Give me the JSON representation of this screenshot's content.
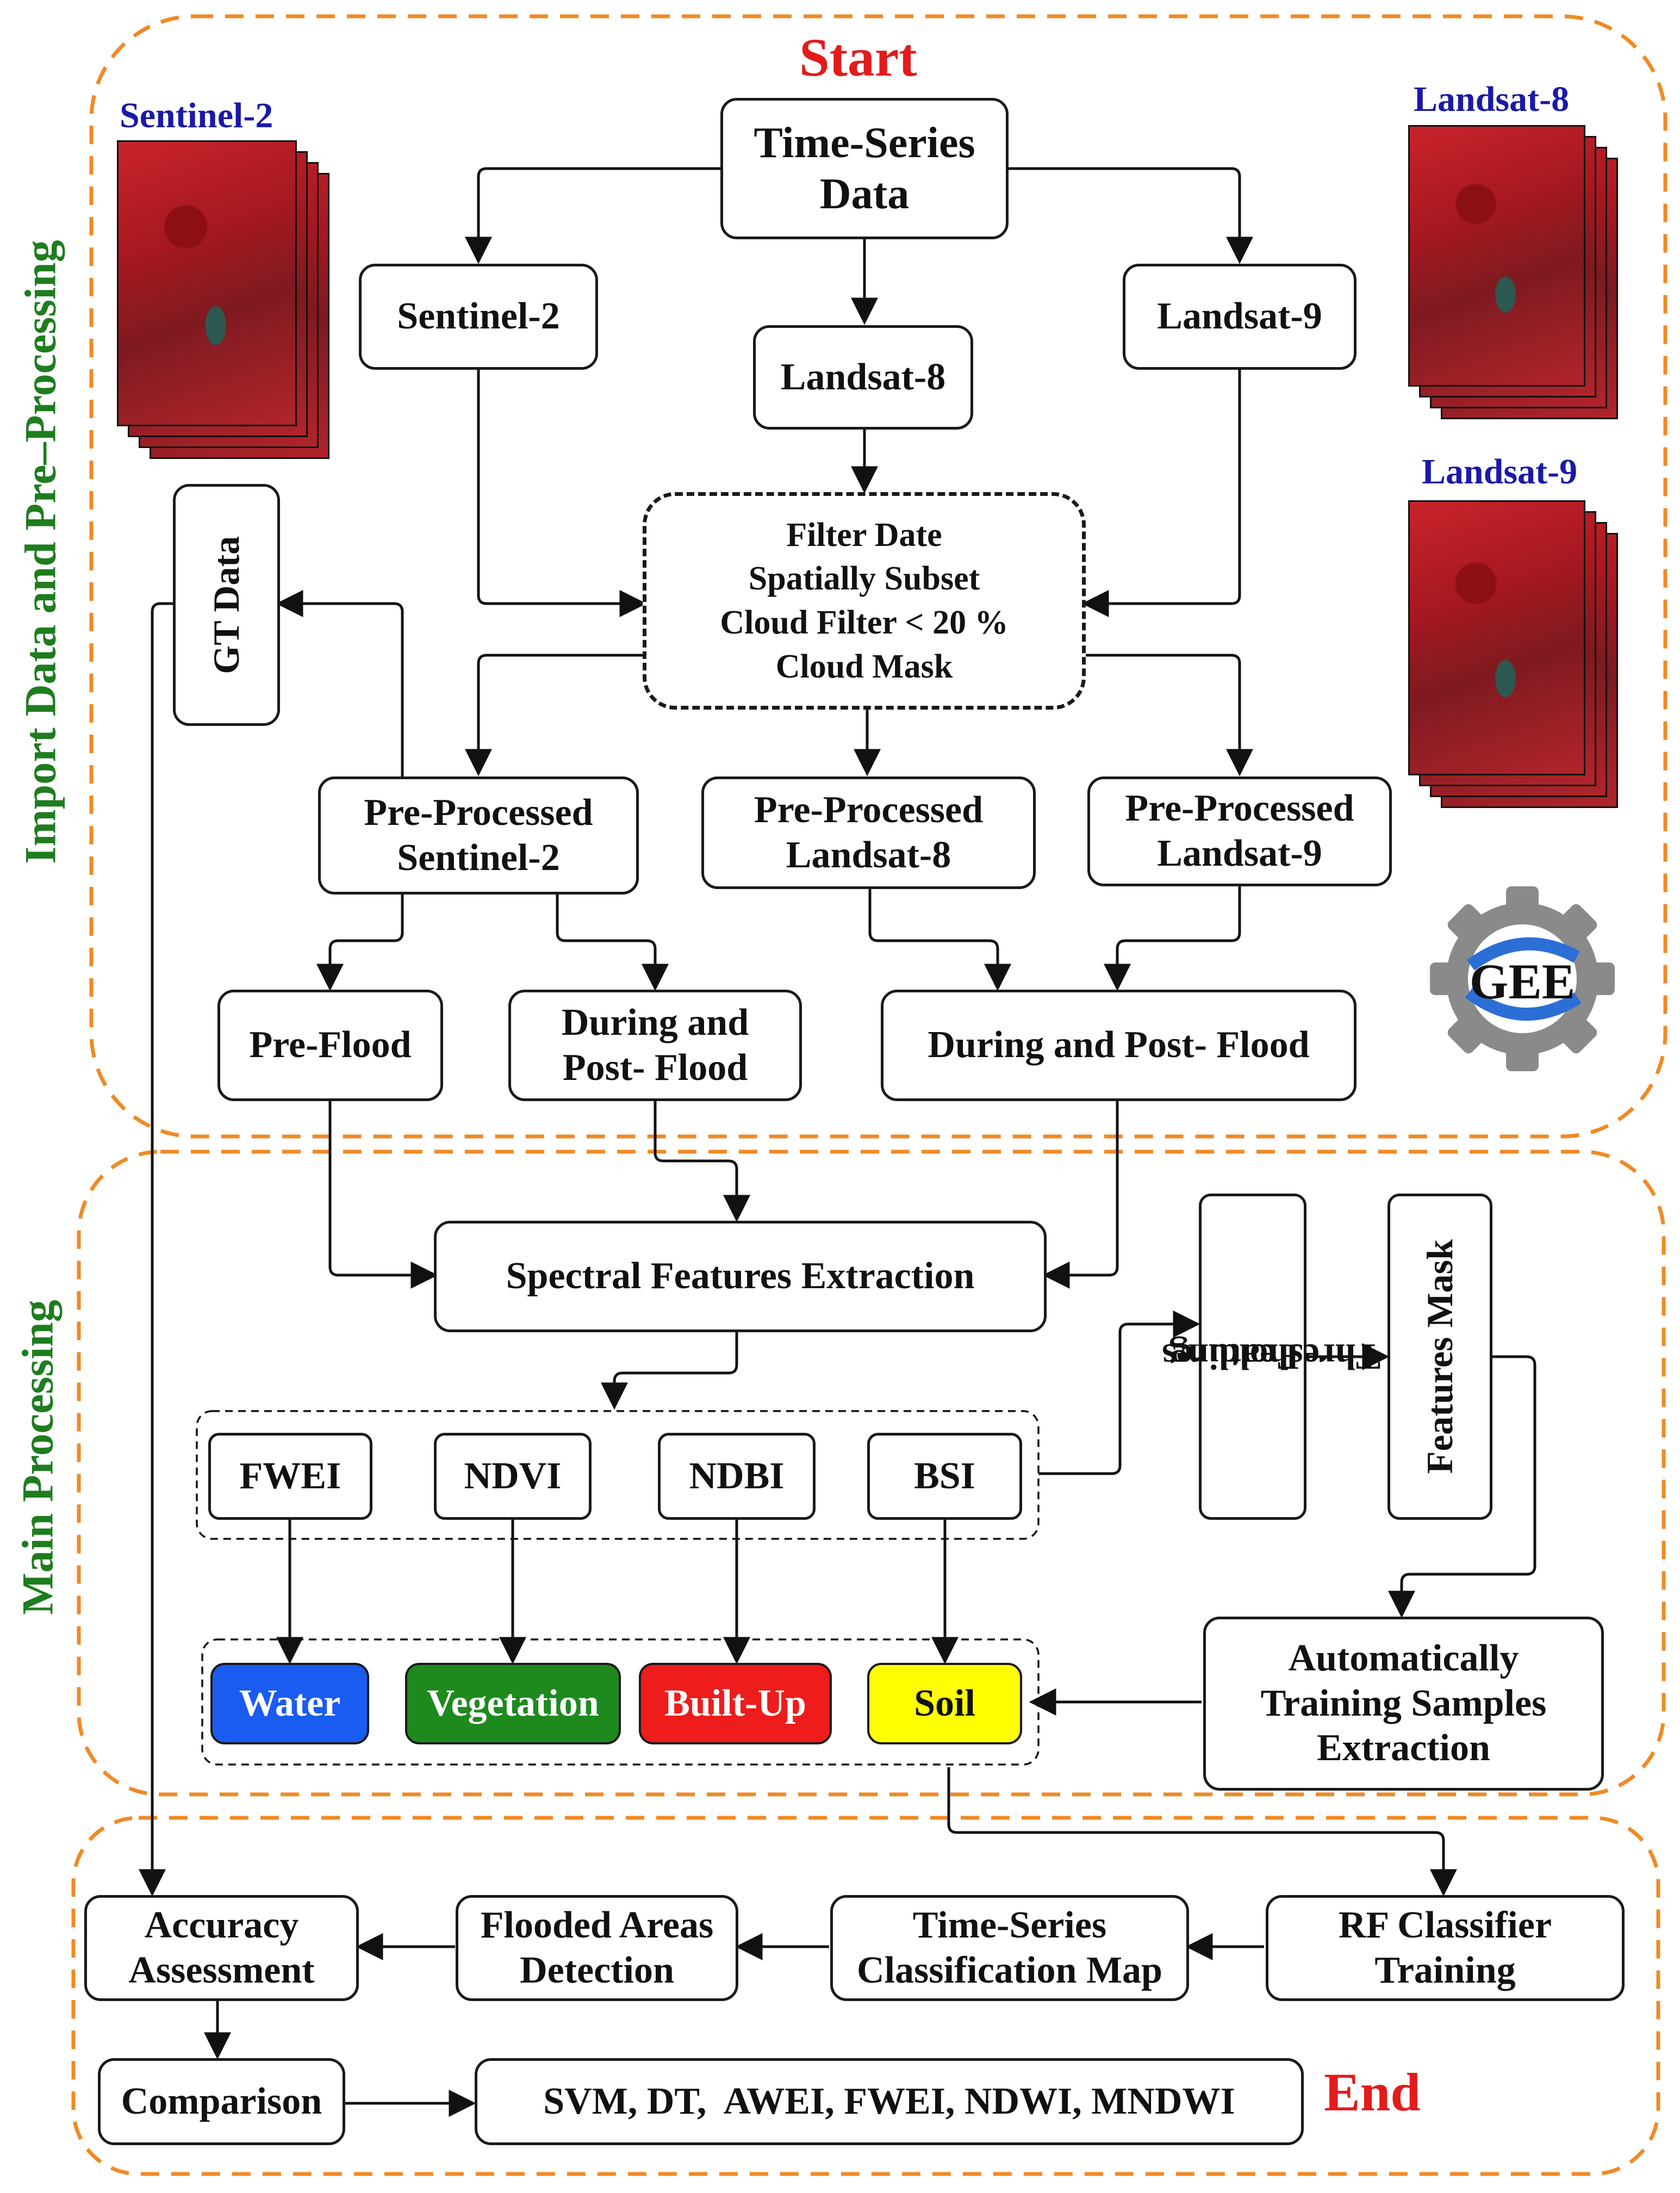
{
  "start_label": "Start",
  "end_label": "End",
  "sections": {
    "import": "Import Data and Pre–Processing",
    "main": "Main Processing"
  },
  "images": {
    "sentinel2": "Sentinel-2",
    "landsat8": "Landsat-8",
    "landsat9": "Landsat-9"
  },
  "gee_logo": "GEE",
  "nodes": {
    "time_series_data": [
      "Time-Series",
      "Data"
    ],
    "sentinel2": "Sentinel-2",
    "landsat8": "Landsat-8",
    "landsat9": "Landsat-9",
    "gt_data": "GT Data",
    "filter": [
      "Filter Date",
      "Spatially Subset",
      "Cloud Filter < 20 %",
      "Cloud Mask"
    ],
    "pre_s2": [
      "Pre-Processed",
      "Sentinel-2"
    ],
    "pre_l8": [
      "Pre-Processed",
      "Landsat-8"
    ],
    "pre_l9": [
      "Pre-Processed",
      "Landsat-9"
    ],
    "pre_flood": "Pre-Flood",
    "during_post_s2": [
      "During and",
      "Post- Flood"
    ],
    "during_post_l": "During and Post- Flood",
    "spectral": "Spectral Features Extraction",
    "features_thresholding": [
      "Features",
      "Thresholding"
    ],
    "features_mask": "Features Mask",
    "indices": [
      "FWEI",
      "NDVI",
      "NDBI",
      "BSI"
    ],
    "training": [
      "Automatically",
      "Training Samples",
      "Extraction"
    ],
    "rf": [
      "RF Classifier",
      "Training"
    ],
    "ts_map": [
      "Time-Series",
      "Classification Map"
    ],
    "flooded": [
      "Flooded Areas",
      "Detection"
    ],
    "accuracy": [
      "Accuracy",
      "Assessment"
    ],
    "comparison": "Comparison",
    "methods": "SVM, DT,  AWEI, FWEI, NDWI, MNDWI"
  },
  "classes": [
    {
      "label": "Water",
      "color": "#1a5cf0",
      "text_color": "#ffffff"
    },
    {
      "label": "Vegetation",
      "color": "#1e8a1e",
      "text_color": "#ffffff"
    },
    {
      "label": "Built-Up",
      "color": "#ee1c1c",
      "text_color": "#ffffff"
    },
    {
      "label": "Soil",
      "color": "#ffff00",
      "text_color": "#111111"
    }
  ],
  "colors": {
    "section_border": "#f08a24",
    "start_end": "#e21b1b",
    "section_label": "#1e7d1e",
    "image_label": "#1a1aa8"
  }
}
